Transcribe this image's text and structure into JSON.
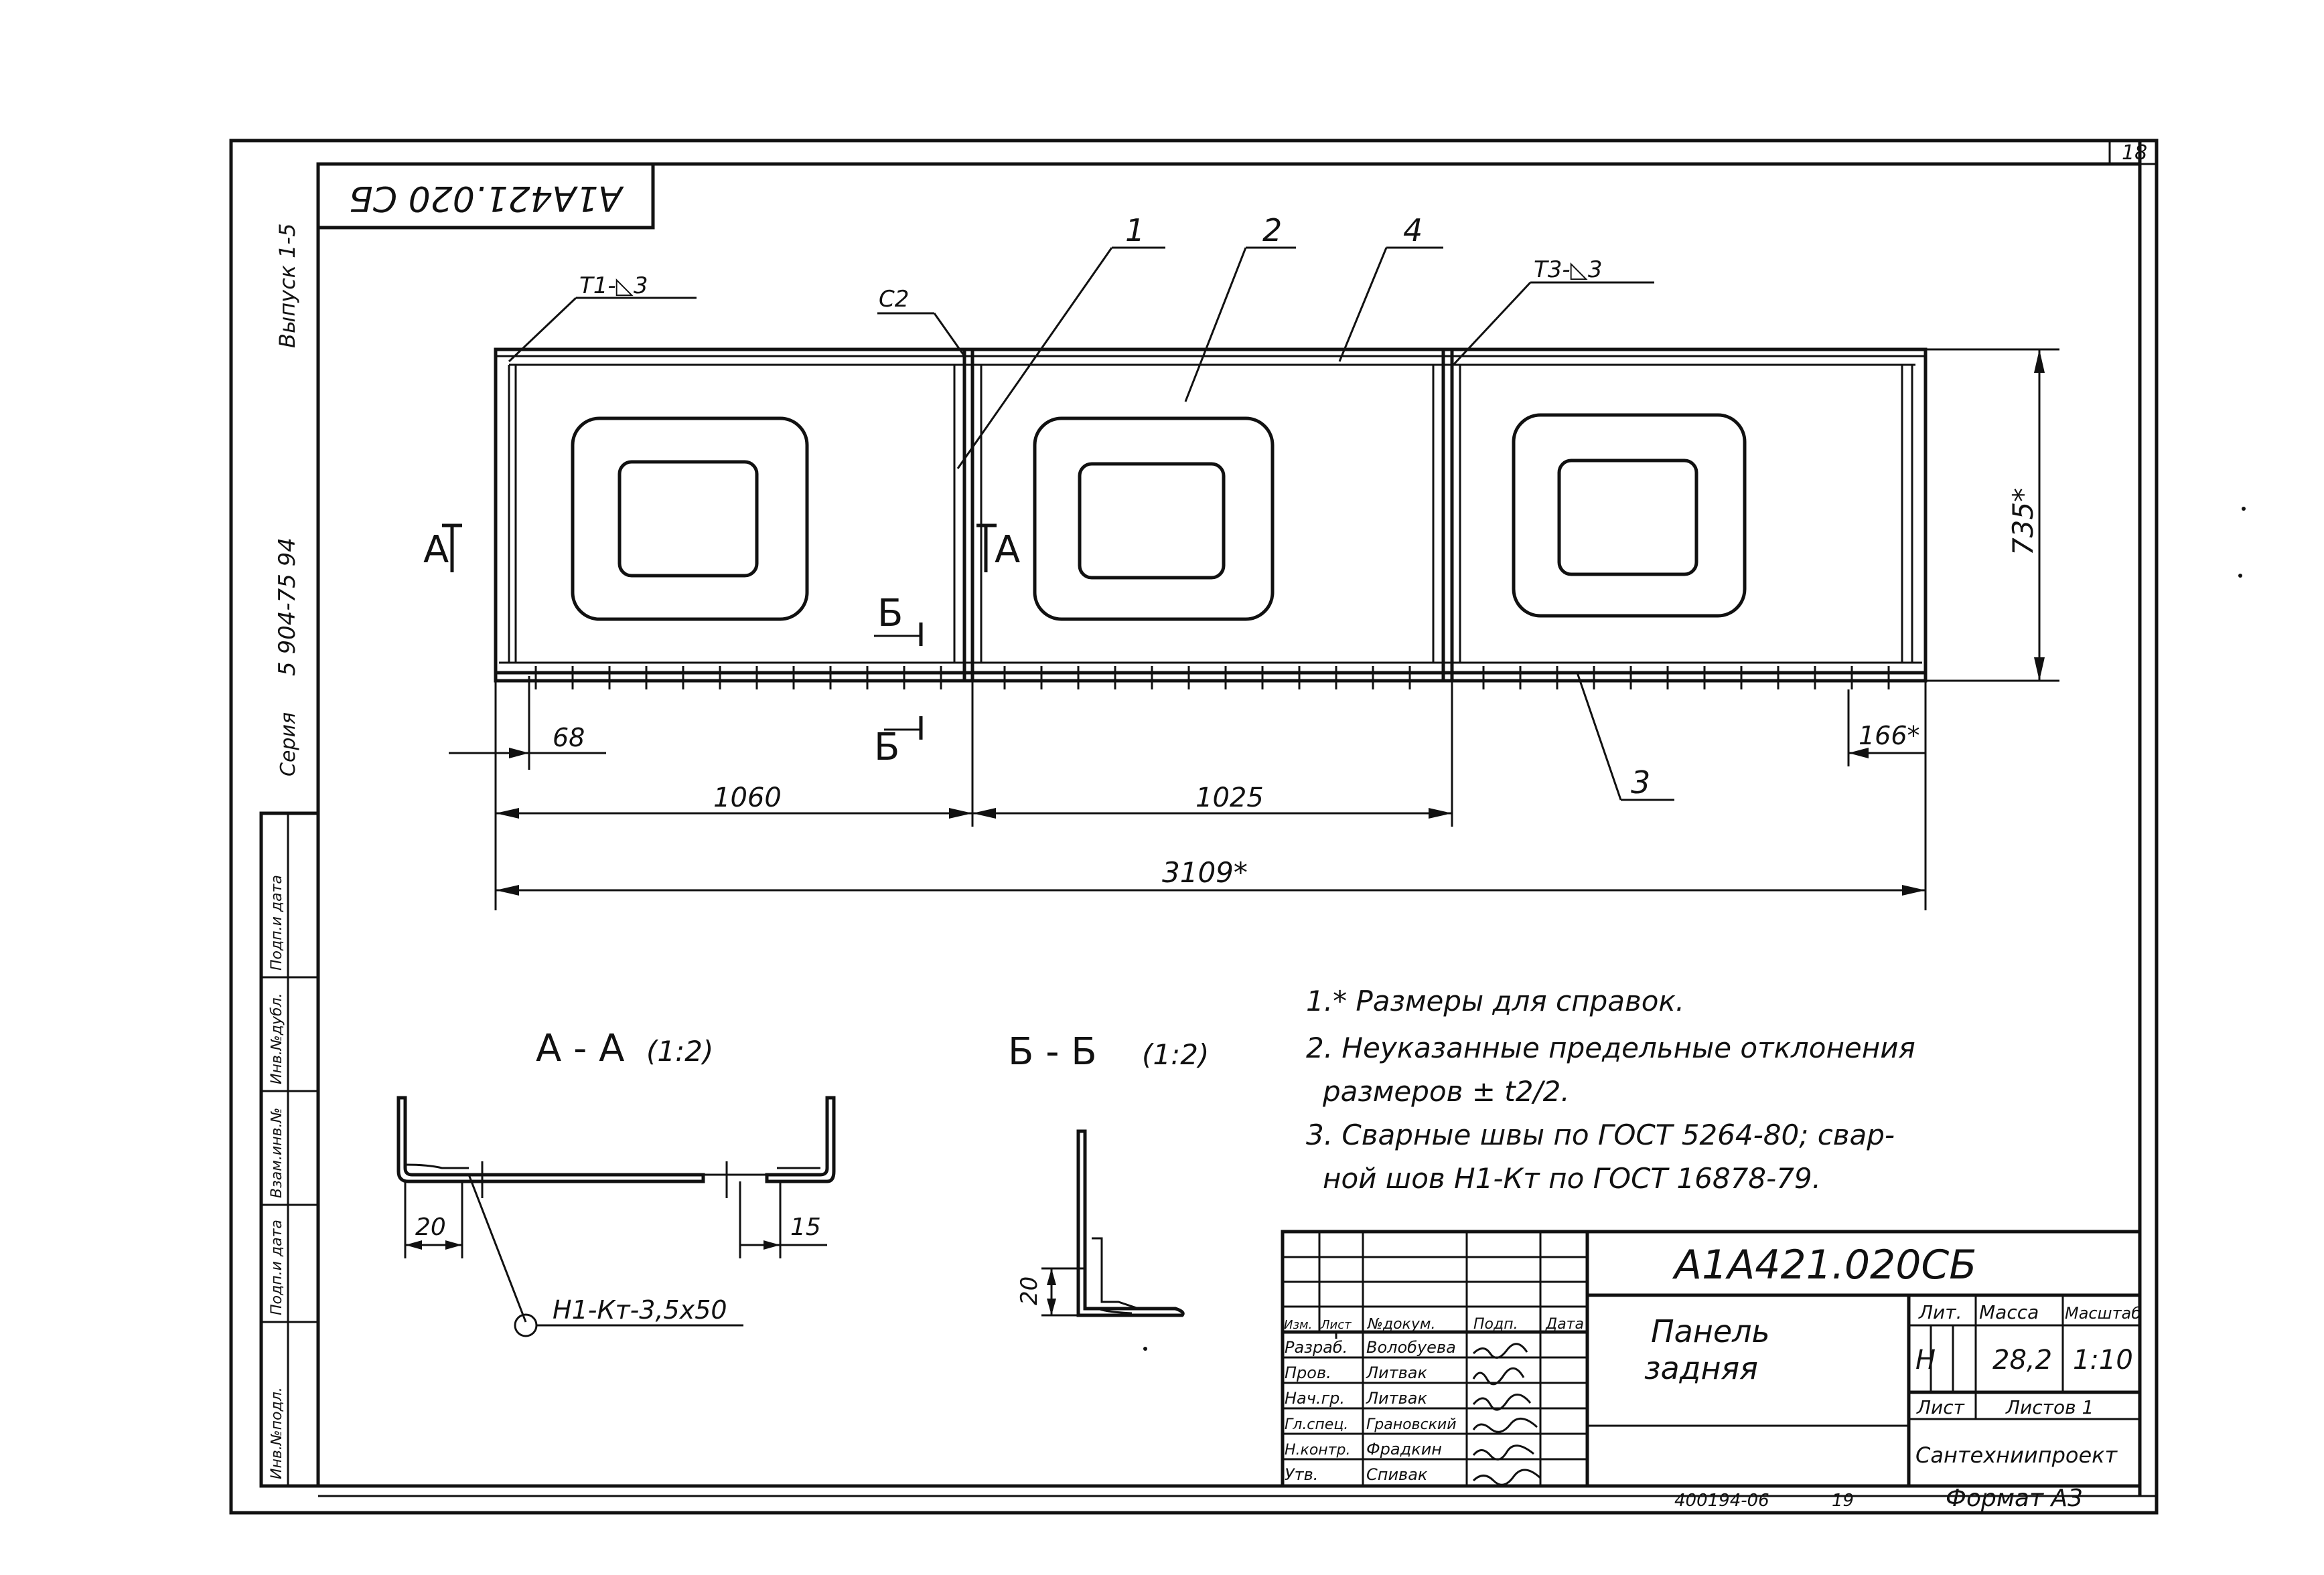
{
  "sheet": {
    "sheet_number": "18",
    "rotated_code": "А1А421.020 СБ",
    "side_labels": {
      "series": "Серия",
      "series_code": "5 904-75 94",
      "issue": "Выпуск 1-5"
    },
    "left_strip": [
      "Инв.№подл.",
      "Подп.и дата",
      "Взам.инв.№",
      "Инв.№дубл.",
      "Подп.и дата"
    ]
  },
  "main_view": {
    "callouts": {
      "c1": "1",
      "c2": "2",
      "c4": "4",
      "c3": "3",
      "weld_t1": "Т1-◺3",
      "weld_t3": "Т3-◺3",
      "weld_c2": "С2"
    },
    "section_marks": {
      "a_left": "А",
      "a_right": "А",
      "b_top": "Б",
      "b_bottom": "Б"
    },
    "dimensions": {
      "d68": "68",
      "d1060": "1060",
      "d1025": "1025",
      "d3109": "3109*",
      "d735": "735*",
      "d166": "166*"
    }
  },
  "section_aa": {
    "title": "А - А",
    "scale": "(1:2)",
    "dim_left": "20",
    "dim_right": "15",
    "weld_note": "Н1-Кт-3,5х50"
  },
  "section_bb": {
    "title": "Б - Б",
    "scale": "(1:2)",
    "dim": "20"
  },
  "notes": [
    "1.* Размеры для справок.",
    "2. Неуказанные предельные отклонения",
    "размеров ± t2/2.",
    "3. Сварные швы по ГОСТ 5264-80; свар-",
    "ной шов Н1-Кт по ГОСТ 16878-79."
  ],
  "title_block": {
    "designation": "А1А421.020СБ",
    "name_line1": "Панель",
    "name_line2": "задняя",
    "headers": {
      "izm": "Изм.",
      "list": "Лист",
      "ndok": "№докум.",
      "podp": "Подп.",
      "data": "Дата"
    },
    "roles": [
      {
        "role": "Разраб.",
        "name": "Волобуева"
      },
      {
        "role": "Пров.",
        "name": "Литвак"
      },
      {
        "role": "Нач.гр.",
        "name": "Литвак"
      },
      {
        "role": "Гл.спец.",
        "name": "Грановский"
      },
      {
        "role": "Н.контр.",
        "name": "Фрадкин"
      },
      {
        "role": "Утв.",
        "name": "Спивак"
      }
    ],
    "lit_label": "Лит.",
    "mass_label": "Масса",
    "scale_label": "Масштаб",
    "lit_value": "Н",
    "mass_value": "28,2",
    "scale_value": "1:10",
    "sheet_label": "Лист",
    "sheets_label": "Листов 1",
    "organization": "Сантехниипроект",
    "footer_code": "400194-06",
    "footer_num": "19",
    "format": "Формат А3"
  }
}
